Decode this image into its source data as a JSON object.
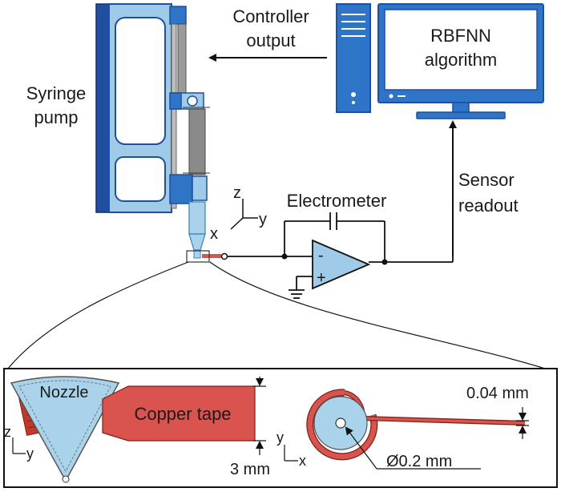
{
  "labels": {
    "syringe_pump_line1": "Syringe",
    "syringe_pump_line2": "pump",
    "controller_line1": "Controller",
    "controller_line2": "output",
    "algorithm_line1": "RBFNN",
    "algorithm_line2": "algorithm",
    "sensor_line1": "Sensor",
    "sensor_line2": "readout",
    "electrometer": "Electrometer",
    "opamp_minus": "-",
    "opamp_plus": "+",
    "axis_z": "z",
    "axis_y": "y",
    "axis_x": "x"
  },
  "inset": {
    "nozzle": "Nozzle",
    "copper_tape": "Copper tape",
    "height_dim": "3 mm",
    "thickness_dim": "0.04 mm",
    "diameter_dim": "Ø0.2 mm",
    "axis_z": "z",
    "axis_y": "y",
    "axis_y2": "y",
    "axis_x2": "x"
  },
  "colors": {
    "pump_blue": "#2e63b0",
    "pump_light": "#9fcbe8",
    "nozzle_fill": "#a9d3ea",
    "copper": "#d9534f",
    "monitor_blue": "#2e75c7",
    "screen": "#ffffff"
  }
}
